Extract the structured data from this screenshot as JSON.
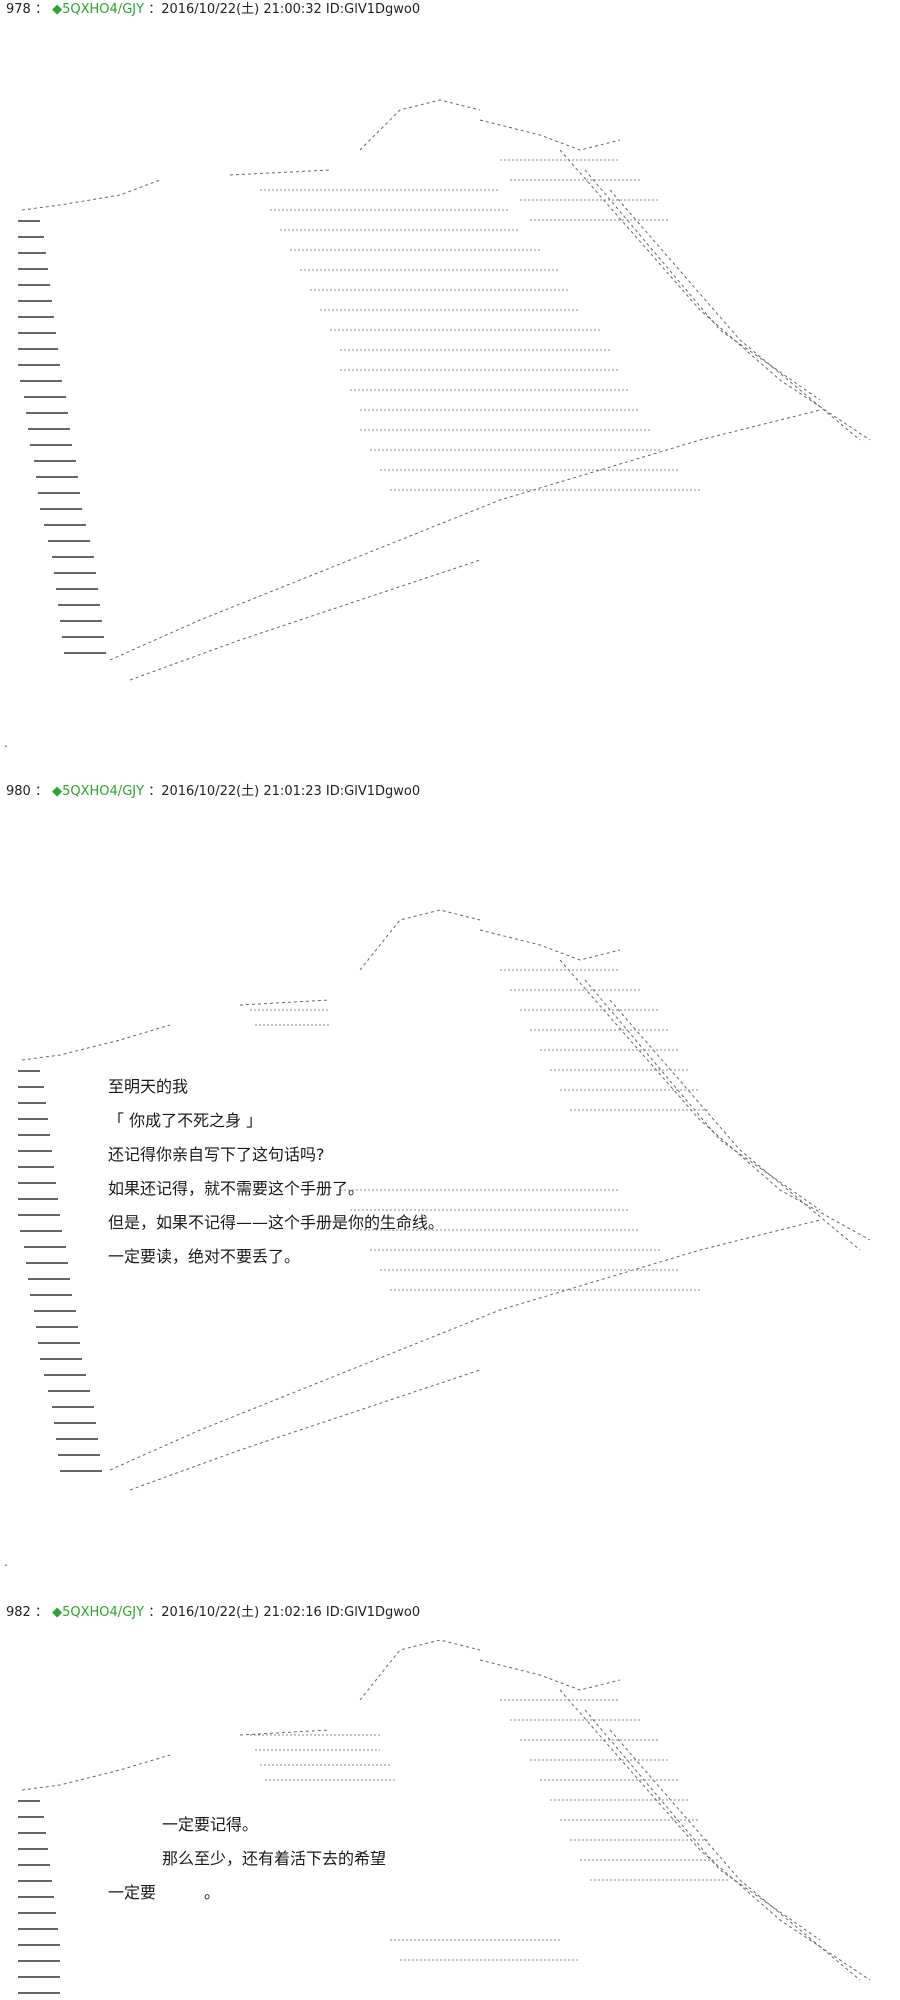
{
  "posts": [
    {
      "number": "978",
      "separator": "：",
      "trip": "◆5QXHO4/GJY",
      "meta": "：2016/10/22(土) 21:00:32 ID:GlV1Dgwo0",
      "lines": []
    },
    {
      "number": "980",
      "separator": "：",
      "trip": "◆5QXHO4/GJY",
      "meta": "：2016/10/22(土) 21:01:23 ID:GlV1Dgwo0",
      "lines": [
        "至明天的我",
        "「 你成了不死之身 」",
        "还记得你亲自写下了这句话吗?",
        "如果还记得，就不需要这个手册了。",
        "但是，如果不记得——这个手册是你的生命线。",
        "一定要读，绝对不要丢了。"
      ]
    },
    {
      "number": "982",
      "separator": "：",
      "trip": "◆5QXHO4/GJY",
      "meta": "：2016/10/22(土) 21:02:16 ID:GlV1Dgwo0",
      "lines": [
        "一定要记得。",
        "那么至少，还有着活下去的希望",
        "一定要　　　。"
      ]
    }
  ],
  "end_mark": "."
}
